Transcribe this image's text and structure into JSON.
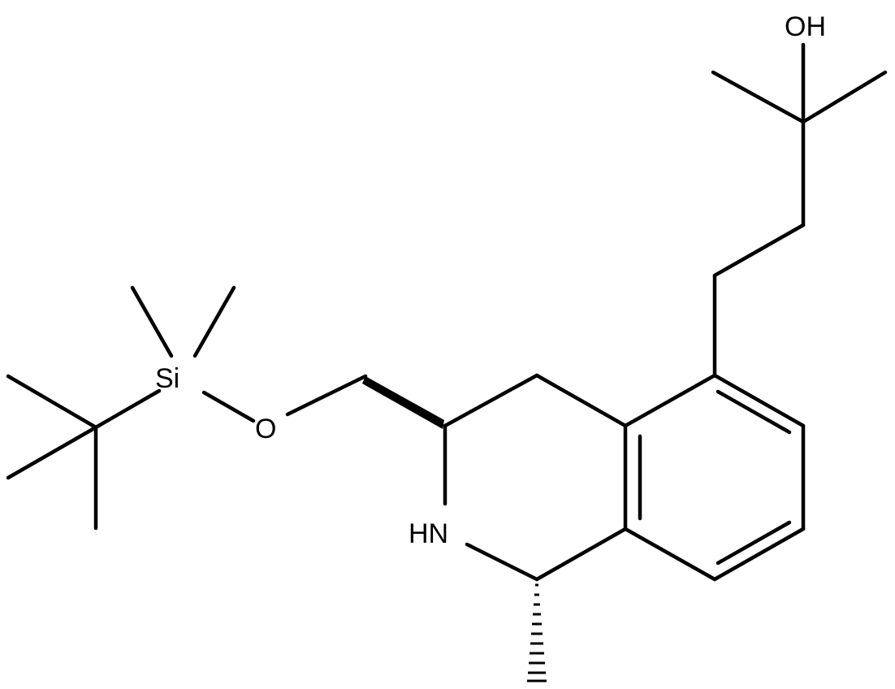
{
  "labels": {
    "oh": "OH",
    "si": "Si",
    "o": "O",
    "hn": "HN"
  },
  "colors": {
    "ink": "#000000",
    "background": "#ffffff"
  }
}
